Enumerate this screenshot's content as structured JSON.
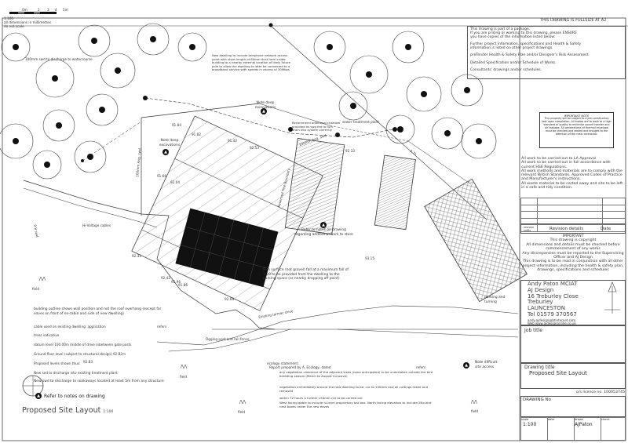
{
  "drawing_title_header": "THIS DRAWING IS FULLSIZE AT A2",
  "scale_bar": {
    "ratio": "1:100",
    "ticks": [
      "0m",
      "1",
      "2",
      "3",
      "4",
      "5m"
    ],
    "note_line1": "all dimensions in millimetres",
    "note_line2": "do not scale"
  },
  "package_box": {
    "lines": [
      "This drawing is part of a package.",
      "If you are pricing or working to this drawing, please ENSURE",
      "you have copies of the information listed below:",
      "",
      "Further project information, specifications and Health & Safety",
      "information is listed on other project drawings.",
      "",
      "preTender Health & Safety Plan and/or Designer's Risk Assessment.",
      "",
      "Detailed Specification and/or Schedule of Works.",
      "",
      "Consultants' drawings and/or schedules."
    ]
  },
  "important_note": {
    "title": "IMPORTANT NOTE",
    "body": "This property will be subject to a pre-construction test upon completion. All trades are to work to a high standard of quality to minimise sound transfer and air leakage. All penetrations of thermal envelope must be checked and sealed and brought to the attention of the main contractor."
  },
  "general_notes": [
    "All work to be carried out to LA Approval",
    "All work to be carried out in full accordance with current HSE Regulations.",
    "All work methods and materials are to comply with the relevant British Standards, Approved Codes of Practice and Manufacturer's instructions.",
    "All waste material to be carted away and site to be left in a safe and tidy condition."
  ],
  "revision_table": {
    "col_revision": "revision suffix",
    "col_details": "Revision details",
    "col_date": "Date"
  },
  "copyright": {
    "title": "IMPORTANT",
    "lines": [
      "This drawing is copyright",
      "All dimensions and details must be checked before commencement of any works",
      "Any discrepancies must be reported to the Supervising Officer and AJ Design",
      "This drawing is to be read in conjunction with all other project information, including the health & safety plan, drawings, specifications and schedules"
    ]
  },
  "company": {
    "name": "Andy Paton MCIAT",
    "firm": "AJ Design",
    "address1": "16 Treburley Close",
    "address2": "Treburley",
    "address3": "LAUNCESTON",
    "tel": "Tel 01579 370567",
    "email": "andy.ajdesign@btinternet.com",
    "web": "Web www.ajdesignonline.co.uk"
  },
  "job_title_label": "Job title",
  "drawing_title_label": "Drawing title",
  "drawing_title_value": "Proposed Site Layout",
  "os_licence": "o/s licence no. 100053745",
  "drawing_no_label": "DRAWING No",
  "footer": {
    "scale_label": "scale",
    "scale_value": "1:100",
    "date_label": "date",
    "drawn_label": "drawn",
    "drawn_value": "AJPaton",
    "check_label": "check"
  },
  "bottom_title": {
    "text": "Proposed Site Layout",
    "scale": "1:100"
  },
  "refer_notes_label": "Refer to notes on drawing",
  "legend_notes": [
    "building outline shows wall position and not the roof overhang (except for eaves on front of ex-cabin and side of new dwelling)",
    "cable used on existing dwelling: application",
    "trees indicative",
    "datum level 100.00m middle of drive inbetween gate posts",
    "Ground floor level (subject to structural design) 92.82m",
    "Proposed levels shown thus:",
    "New sed to discharge into existing treatment plant",
    "New swd to discharge to soakaways located at least 5m from any structure"
  ],
  "legend_level_sample": "92.83",
  "legend_refers": "refers",
  "ecology": {
    "title": "ecology statement:",
    "line1": "Report prepared by A. Ecology, dated",
    "refers": "refers",
    "items": [
      "any vegetation clearance of the adjacent trees (none anticipated) to be undertaken outside the bird breeding season (March to August inclusive)",
      "vegetation immediately around the new dwelling to be: cut to 150mm and all cuttings raked and removed",
      "within 72 hours a further 150mm cut to be carried out",
      "West facing gable to include hi-level proprietary bat box. North facing elevation to include 2No bird nest boxes under the new eaves"
    ]
  },
  "annotations": {
    "new_dwelling_note": "New dwelling to include telephone network access point with short length of 60mm duct from inside building to a nearby external location of likely future pole to allow the dwelling to later be connected to a broadband service with speeds in excess of 30Mbps",
    "treatment_note": "Recommend additional chamber provided as swg fed to turn drain into system correctly",
    "sewer_plant": "sewer treatment plant",
    "deep_excav_1": "Note deep excavations",
    "deep_excav_2": "Note deep excavations",
    "swd_watercourse": "100mm swd to discharge to watercourse",
    "hi_voltage": "Hi-Voltage cables",
    "refer_notes": "Refer to notes on drawing regarding additional work to store",
    "film_surface": "Film surface (not gravel) fall at a maximum fall of 1:20 to be provided from the dwelling to the parking space (or nearby dropping off point)",
    "existing_drive": "Existing tarmac drive",
    "gatepost": "Ogging post and rail fence",
    "parking": "parking and turning",
    "difficult_access": "Note difficult site access",
    "field1": "field",
    "field2": "field",
    "field3": "field",
    "field4": "field",
    "line_a": "100mm Ang. swd",
    "line_b": "100mm Ang. swd",
    "line_c": "Reserved Tree Boundary",
    "line_d": "5.7s",
    "drive_label": "9.8 swd"
  },
  "levels": [
    "91.84",
    "91.82",
    "91.42",
    "92.53",
    "91.66",
    "92.33",
    "92.32",
    "92.42",
    "91.96",
    "91.86",
    "92.68",
    "93.15",
    "92.04"
  ],
  "colors": {
    "ink": "#222222",
    "line": "#555555",
    "panel_fill": "#111111"
  }
}
